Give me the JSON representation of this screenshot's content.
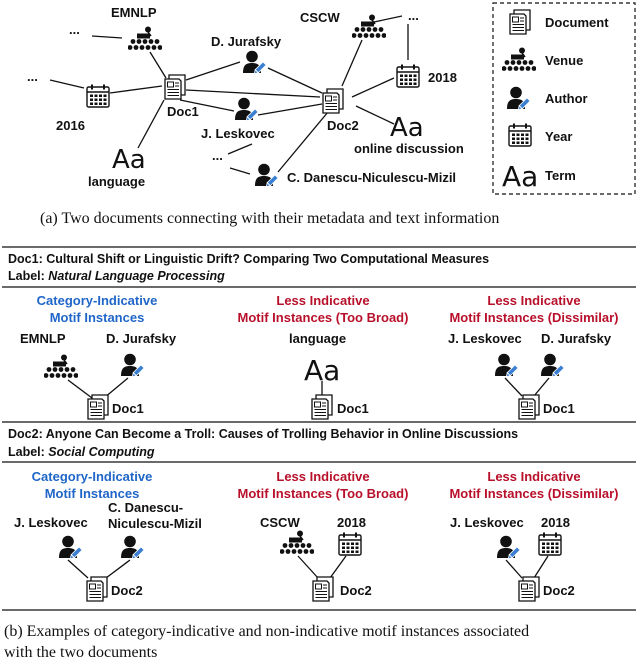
{
  "figure_a": {
    "caption": "(a)  Two documents connecting with their metadata and text information",
    "labels": {
      "emnlp": "EMNLP",
      "cscw": "CSCW",
      "jurafsky": "D. Jurafsky",
      "leskovec": "J. Leskovec",
      "danescu": "C. Danescu-Niculescu-Mizil",
      "doc1": "Doc1",
      "doc2": "Doc2",
      "year2016": "2016",
      "year2018": "2018",
      "language": "language",
      "online_discussion": "online discussion",
      "ellipsis": "..."
    },
    "legend": [
      {
        "icon": "document-icon",
        "label": "Document"
      },
      {
        "icon": "venue-icon",
        "label": "Venue"
      },
      {
        "icon": "author-icon",
        "label": "Author"
      },
      {
        "icon": "calendar-icon",
        "label": "Year"
      },
      {
        "icon": "term-icon",
        "label": "Term"
      }
    ]
  },
  "figure_b": {
    "caption_line1": "(b)  Examples of category-indicative and non-indicative motif instances associated",
    "caption_line2": "with the two documents",
    "doc1": {
      "title": "Doc1: Cultural Shift or Linguistic Drift? Comparing Two Computational Measures",
      "label_prefix": "Label: ",
      "label_value": "Natural Language Processing",
      "columns": [
        {
          "heading1": "Category-Indicative",
          "heading2": "Motif Instances",
          "nodes": [
            "EMNLP",
            "D. Jurafsky"
          ],
          "doc": "Doc1"
        },
        {
          "heading1": "Less Indicative",
          "heading2": "Motif Instances (Too Broad)",
          "nodes": [
            "language"
          ],
          "doc": "Doc1"
        },
        {
          "heading1": "Less Indicative",
          "heading2": "Motif Instances (Dissimilar)",
          "nodes": [
            "J. Leskovec",
            "D. Jurafsky"
          ],
          "doc": "Doc1"
        }
      ]
    },
    "doc2": {
      "title": "Doc2: Anyone Can Become a Troll: Causes of Trolling Behavior in Online Discussions",
      "label_prefix": "Label: ",
      "label_value": "Social Computing",
      "columns": [
        {
          "heading1": "Category-Indicative",
          "heading2": "Motif Instances",
          "nodes": [
            "J. Leskovec",
            "C. Danescu-",
            "Niculescu-Mizil"
          ],
          "doc": "Doc2"
        },
        {
          "heading1": "Less Indicative",
          "heading2": "Motif Instances (Too Broad)",
          "nodes": [
            "CSCW",
            "2018"
          ],
          "doc": "Doc2"
        },
        {
          "heading1": "Less Indicative",
          "heading2": "Motif Instances (Dissimilar)",
          "nodes": [
            "J. Leskovec",
            "2018"
          ],
          "doc": "Doc2"
        }
      ]
    }
  },
  "colors": {
    "indicative": "#1f66c8",
    "less_indicative": "#b8102a",
    "ink": "#111111",
    "pen": "#3b7fd1"
  }
}
